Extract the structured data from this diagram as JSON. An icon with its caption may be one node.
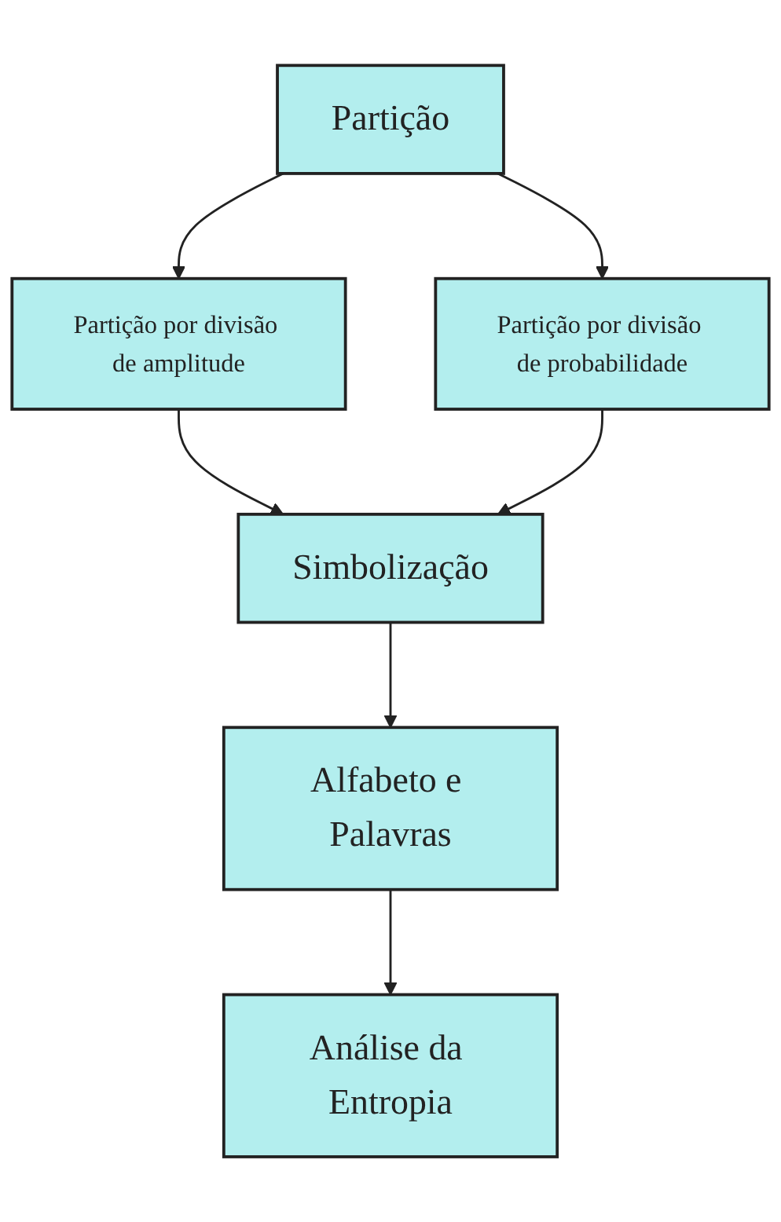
{
  "diagram": {
    "nodes": [
      {
        "text": [
          "Partição"
        ]
      },
      {
        "text": [
          "Partição por divisão de amplitude"
        ]
      },
      {
        "text": [
          "Partição por divisão de probabilidade"
        ]
      },
      {
        "text": [
          "Simbolização"
        ]
      },
      {
        "text": [
          "Alfabeto e Palavras"
        ]
      },
      {
        "text": [
          "Análise da Entropia"
        ]
      }
    ],
    "edges": [
      {
        "from": 0,
        "to": 1,
        "arrow": "to"
      },
      {
        "from": 0,
        "to": 2,
        "arrow": "to"
      },
      {
        "from": 1,
        "to": 3,
        "arrow": "to"
      },
      {
        "from": 2,
        "to": 3,
        "arrow": "to"
      },
      {
        "from": 3,
        "to": 4,
        "arrow": "to"
      },
      {
        "from": 4,
        "to": 5,
        "arrow": "to"
      }
    ]
  }
}
